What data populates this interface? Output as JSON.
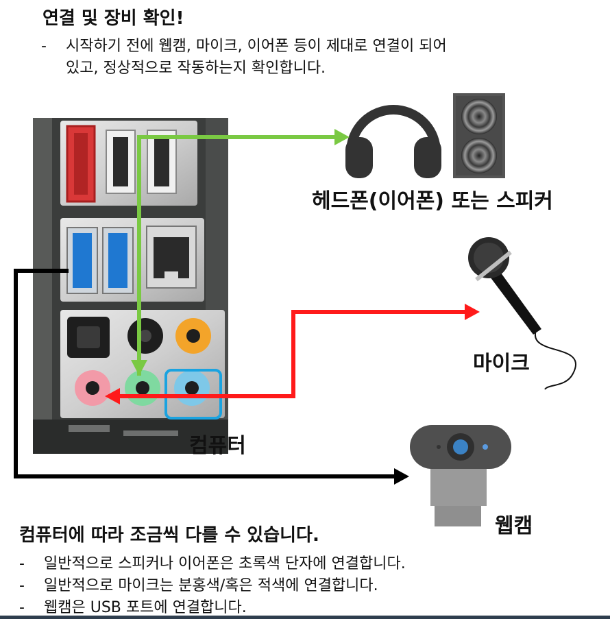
{
  "title": "연결 및 장비 확인!",
  "intro": {
    "dash": "-",
    "line1": "시작하기 전에 웹캠, 마이크, 이어폰 등이 제대로 연결이 되어",
    "line2": "있고, 정상적으로 작동하는지 확인합니다."
  },
  "labels": {
    "headphones_speaker": "헤드폰(이어폰) 또는 스피커",
    "mic": "마이크",
    "computer": "컴퓨터",
    "webcam": "웹캠"
  },
  "notes": {
    "title": "컴퓨터에 따라 조금씩 다를 수 있습니다.",
    "items": [
      "일반적으로 스피커나 이어폰은 초록색 단자에 연결합니다.",
      "일반적으로 마이크는 분홍색/혹은 적색에 연결합니다.",
      "웹캠은 USB 포트에 연결합니다."
    ],
    "dash": "-"
  },
  "colors": {
    "green_arrow": "#7ac943",
    "red_arrow": "#ff1a1a",
    "black_arrow": "#000000",
    "pink_jack": "#f29aa8",
    "green_jack": "#7fd9a0",
    "blue_jack": "#7ec8e8",
    "orange_jack": "#f3a42a",
    "usb_blue": "#1f78d1",
    "highlight_blue": "#1aa3e0"
  },
  "icons": [
    "headphones-icon",
    "speaker-icon",
    "microphone-icon",
    "webcam-icon",
    "computer-io-panel"
  ]
}
